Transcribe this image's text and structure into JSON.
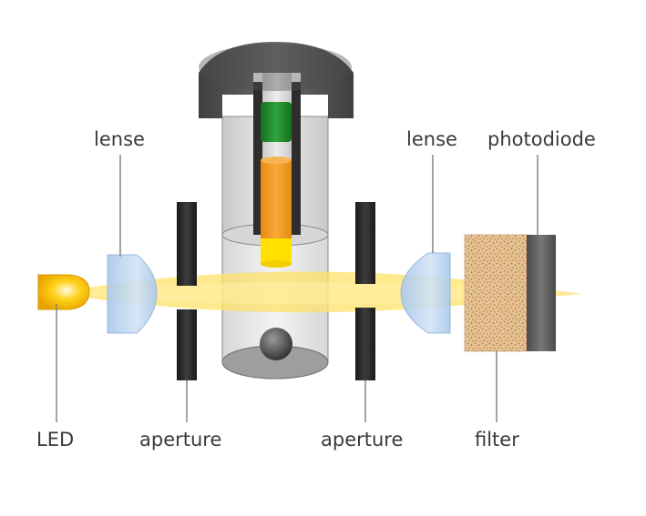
{
  "labels": {
    "lens_left": "lense",
    "lens_right": "lense",
    "photodiode": "photodiode",
    "led": "LED",
    "aperture_left": "aperture",
    "aperture_right": "aperture",
    "filter": "filter"
  },
  "colors": {
    "beam": "#fde26a",
    "led": "#f5b800",
    "lens": "#bcd6f0",
    "aperture": "#262626",
    "cap": "#555555",
    "tube": "#cfcfcf",
    "sample_green": "#1f8e2e",
    "sample_orange": "#f39a1e",
    "sample_yellow": "#ffe100",
    "filter": "#dcb88a",
    "photodiode": "#5f5f5f",
    "label_text": "#3a3a3a"
  },
  "icons": [
    "led-icon",
    "lens-icon",
    "aperture-icon",
    "cuvette-icon",
    "filter-icon",
    "photodiode-icon"
  ]
}
